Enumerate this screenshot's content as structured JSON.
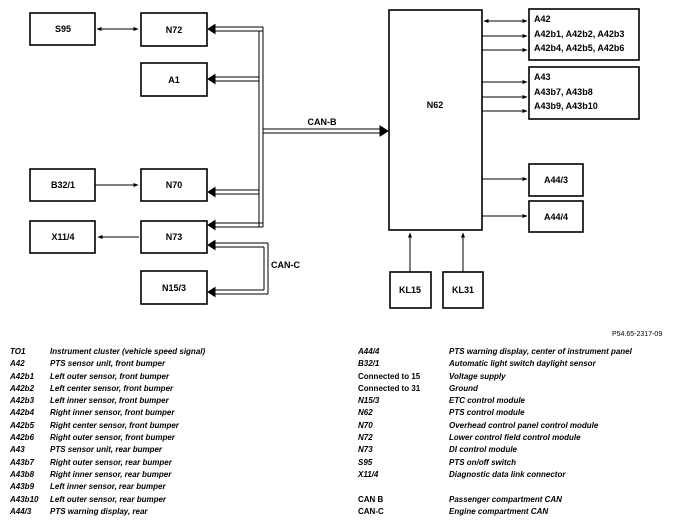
{
  "boxes": {
    "s95": "S95",
    "n72": "N72",
    "a1": "A1",
    "b32_1": "B32/1",
    "n70": "N70",
    "x11_4": "X11/4",
    "n73": "N73",
    "n15_3": "N15/3",
    "n62": "N62",
    "a42_lines": [
      "A42",
      "A42b1, A42b2, A42b3",
      "A42b4, A42b5, A42b6"
    ],
    "a43_lines": [
      "A43",
      "A43b7, A43b8",
      "A43b9, A43b10"
    ],
    "a44_3": "A44/3",
    "a44_4": "A44/4",
    "kl15": "KL15",
    "kl31": "KL31"
  },
  "bus_labels": {
    "can_b": "CAN-B",
    "can_c": "CAN-C"
  },
  "figure_ref": "P54.65-2317-09",
  "legend_left": [
    {
      "code": "TO1",
      "desc": "Instrument cluster (vehicle speed signal)"
    },
    {
      "code": "A42",
      "desc": "PTS sensor unit, front bumper"
    },
    {
      "code": "A42b1",
      "desc": "Left outer sensor, front bumper"
    },
    {
      "code": "A42b2",
      "desc": "Left center sensor, front bumper"
    },
    {
      "code": "A42b3",
      "desc": "Left inner sensor, front bumper"
    },
    {
      "code": "A42b4",
      "desc": "Right inner sensor, front bumper"
    },
    {
      "code": "A42b5",
      "desc": "Right center sensor, front bumper"
    },
    {
      "code": "A42b6",
      "desc": "Right outer sensor, front bumper"
    },
    {
      "code": "A43",
      "desc": "PTS sensor unit, rear bumper"
    },
    {
      "code": "A43b7",
      "desc": "Right outer sensor, rear bumper"
    },
    {
      "code": "A43b8",
      "desc": "Right inner sensor, rear bumper"
    },
    {
      "code": "A43b9",
      "desc": "Left inner sensor, rear bumper"
    },
    {
      "code": "A43b10",
      "desc": "Left outer sensor, rear bumper"
    },
    {
      "code": "A44/3",
      "desc": "PTS warning display, rear"
    }
  ],
  "legend_right_a": [
    {
      "code": "A44/4",
      "desc": "PTS warning display, center of instrument panel"
    },
    {
      "code": "B32/1",
      "desc": "Automatic light switch daylight sensor"
    },
    {
      "code": "Connected to 15",
      "desc": "Voltage supply"
    },
    {
      "code": "Connected to 31",
      "desc": "Ground"
    },
    {
      "code": "N15/3",
      "desc": "ETC control module"
    },
    {
      "code": "N62",
      "desc": "PTS control module"
    },
    {
      "code": "N70",
      "desc": "Overhead control panel control module"
    },
    {
      "code": "N72",
      "desc": "Lower control field control module"
    },
    {
      "code": "N73",
      "desc": "DI control module"
    },
    {
      "code": "S95",
      "desc": "PTS on/off switch"
    },
    {
      "code": "X11/4",
      "desc": "Diagnostic data link connector"
    }
  ],
  "legend_right_b": [
    {
      "code": "CAN B",
      "desc": "Passenger compartment CAN"
    },
    {
      "code": "CAN-C",
      "desc": "Engine compartment CAN"
    }
  ]
}
